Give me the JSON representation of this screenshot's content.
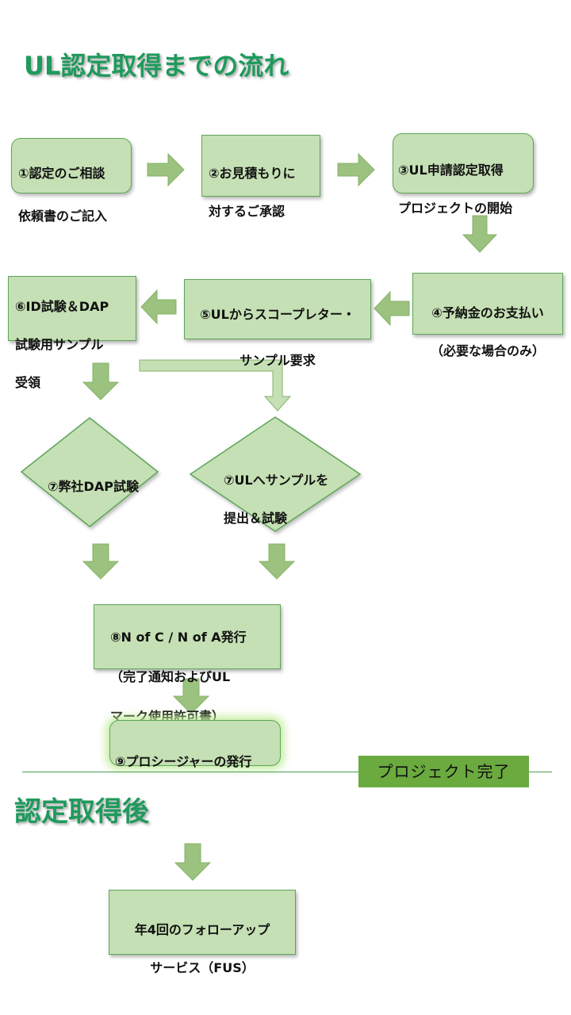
{
  "titles": {
    "main": "UL認定取得までの流れ",
    "after": "認定取得後"
  },
  "steps": {
    "s1": [
      "①認定のご相談",
      "依頼書のご記入"
    ],
    "s2": [
      "②お見積もりに",
      "対するご承認"
    ],
    "s3": [
      "③UL申請認定取得",
      "プロジェクトの開始"
    ],
    "s4": [
      "④予納金のお支払い",
      "（必要な場合のみ）"
    ],
    "s5": [
      "⑤ULからスコープレター・",
      "サンプル要求"
    ],
    "s6": [
      "⑥ID試験＆DAP",
      "試験用サンプル",
      "受領"
    ],
    "s7a": [
      "⑦弊社DAP試験"
    ],
    "s7b": [
      "⑦ULへサンプルを",
      "提出＆試験"
    ],
    "s8": [
      "⑧N of C / N of A発行",
      "（完了通知およびUL",
      "マーク使用許可書）"
    ],
    "s9": [
      "⑨プロシージャーの発行"
    ],
    "fus": [
      "年4回のフォローアップ",
      "サービス（FUS）"
    ]
  },
  "project_complete": "プロジェクト完了",
  "colors": {
    "title": "#1f9a5c",
    "box_fill": "#c5e0b4",
    "box_border": "#5fa55a",
    "arrow_fill": "#9bc27e",
    "divider": "#4a9c55",
    "badge": "#6aaa3f"
  }
}
